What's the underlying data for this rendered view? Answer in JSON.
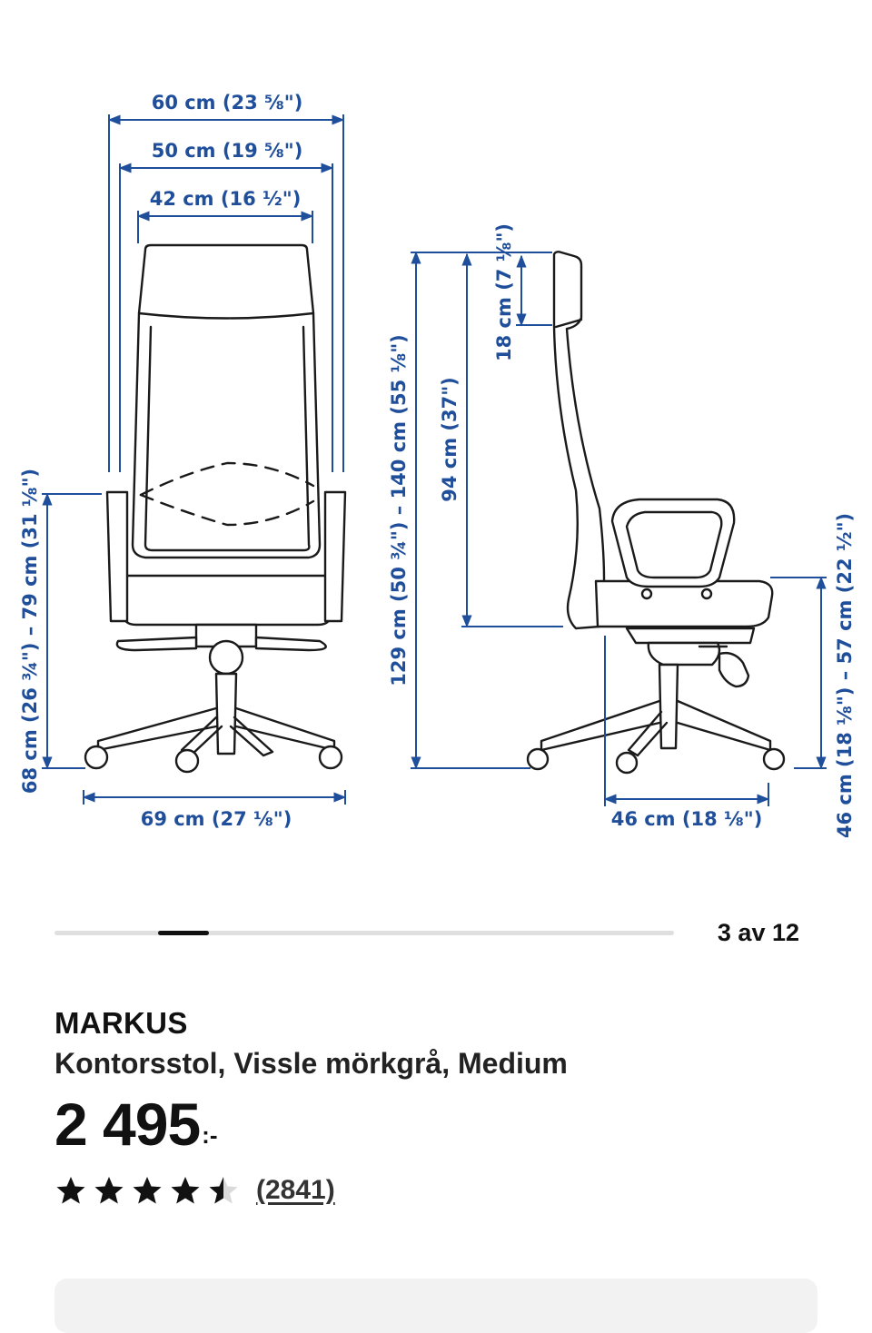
{
  "diagram": {
    "front": {
      "overall_width": "60 cm (23 ⅝\")",
      "armrest_width": "50 cm (19 ⅝\")",
      "back_width": "42 cm (16 ½\")",
      "base_width": "69 cm (27 ⅛\")",
      "armrest_height": "68 cm (26 ¾\") – 79 cm (31 ⅛\")"
    },
    "side": {
      "total_height": "129 cm (50 ¾\") – 140 cm (55 ⅛\")",
      "back_height": "94 cm (37\")",
      "headrest_height": "18 cm (7 ⅛\")",
      "seat_depth": "46 cm (18 ⅛\")",
      "seat_height": "46 cm (18 ⅛\") – 57 cm (22 ½\")"
    }
  },
  "pager": {
    "label": "3 av 12",
    "current": 3,
    "total": 12
  },
  "product": {
    "brand": "MARKUS",
    "description": "Kontorsstol, Vissle mörkgrå, Medium",
    "price_integer": "2 495",
    "price_suffix": ":-",
    "rating": 4.5,
    "review_count": "(2841)"
  }
}
